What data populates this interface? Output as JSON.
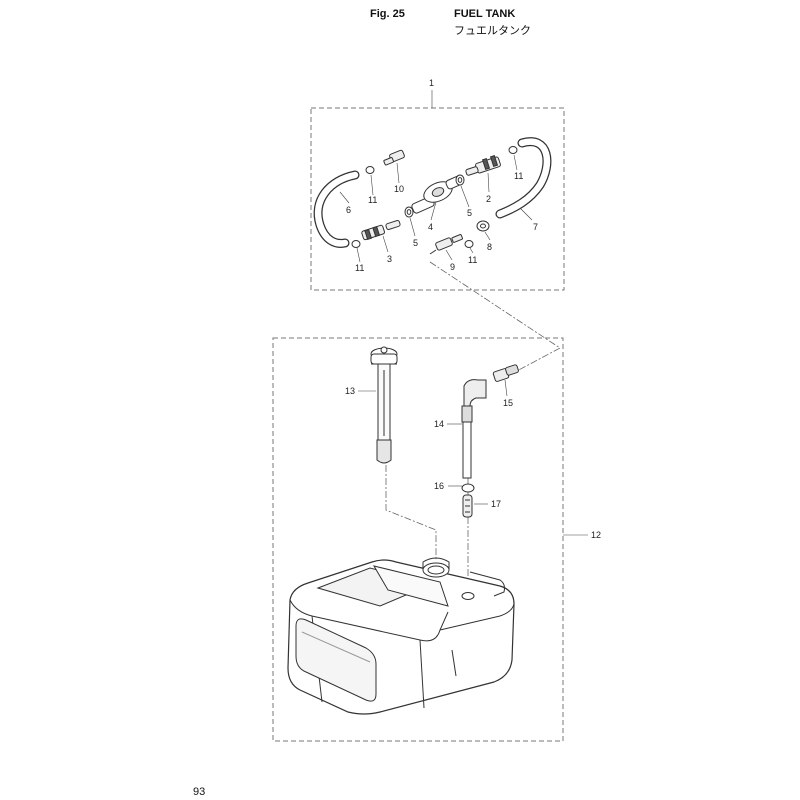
{
  "header": {
    "fig_label": "Fig. 25",
    "title_en": "FUEL TANK",
    "title_jp": "フュエルタンク"
  },
  "callouts": {
    "c1": "1",
    "c2": "2",
    "c3": "3",
    "c4": "4",
    "c5a": "5",
    "c5b": "5",
    "c6": "6",
    "c7": "7",
    "c8": "8",
    "c9": "9",
    "c10": "10",
    "c11a": "11",
    "c11b": "11",
    "c11c": "11",
    "c11d": "11",
    "c12": "12",
    "c13": "13",
    "c14": "14",
    "c15": "15",
    "c16": "16",
    "c17": "17"
  },
  "page_number": "93",
  "colors": {
    "line": "#333333",
    "dash": "#777777",
    "paper": "#ffffff",
    "shade": "#d6d6d6"
  }
}
